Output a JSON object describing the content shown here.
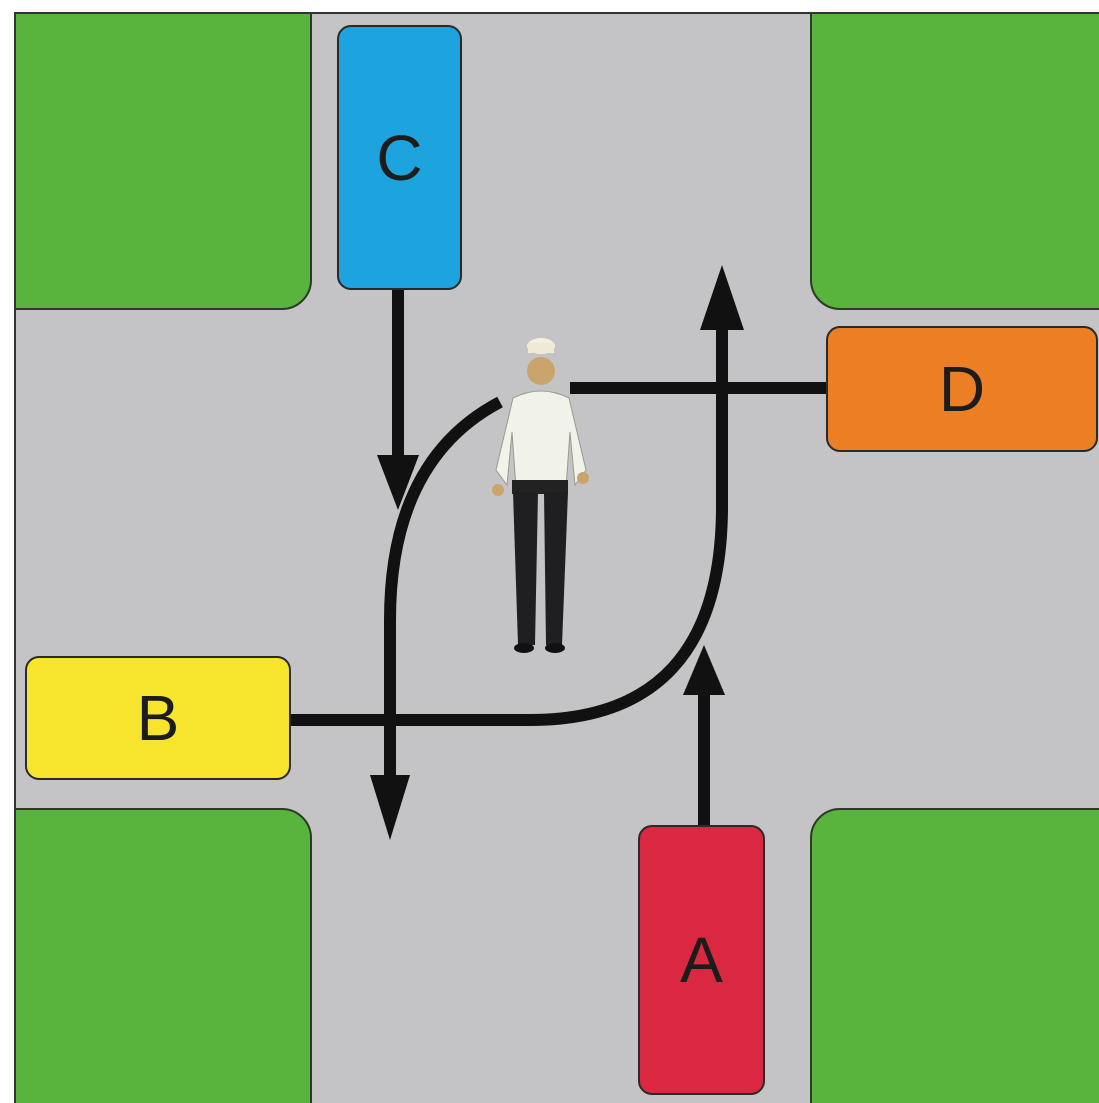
{
  "colors": {
    "road": "#c4c3c6",
    "grass": "#58b43d",
    "vehicle_a": "#d9283f",
    "vehicle_b": "#f7e42d",
    "vehicle_c": "#1da3dd",
    "vehicle_d": "#ec7e23",
    "arrow": "#111111"
  },
  "vehicles": {
    "a": {
      "label": "A"
    },
    "b": {
      "label": "B"
    },
    "c": {
      "label": "C"
    },
    "d": {
      "label": "D"
    }
  },
  "icons": {
    "officer": "traffic-officer-icon"
  }
}
